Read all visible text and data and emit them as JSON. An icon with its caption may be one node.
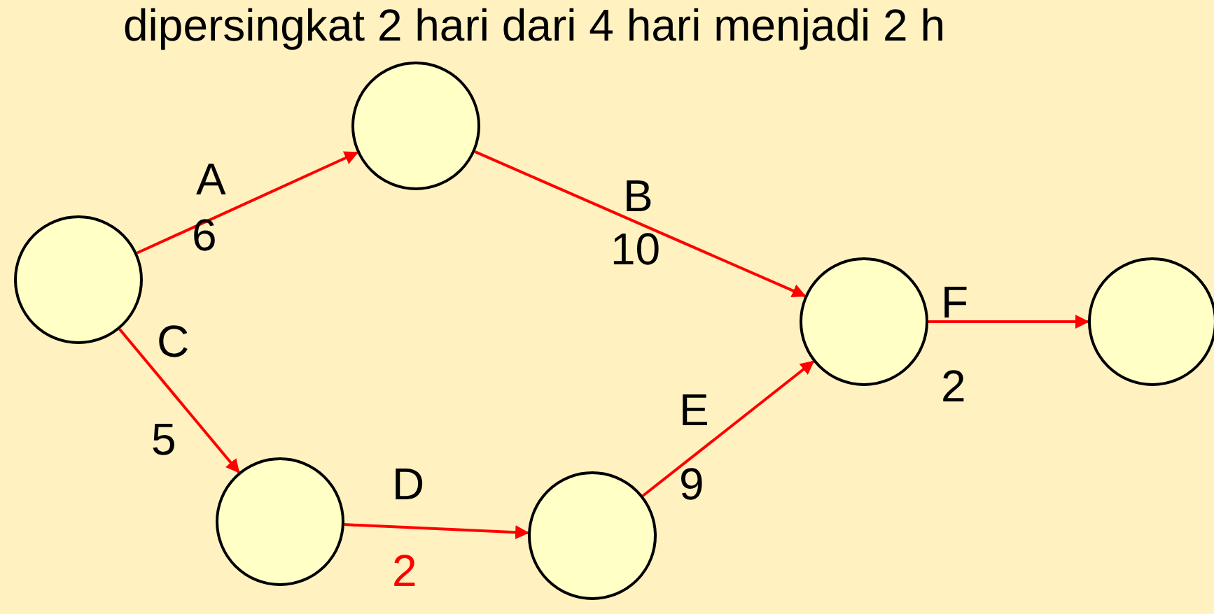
{
  "diagram": {
    "nodes": [
      {
        "text": [],
        "shape": "circle"
      },
      {
        "text": [],
        "shape": "circle"
      },
      {
        "text": [],
        "shape": "circle"
      },
      {
        "text": [],
        "shape": "circle"
      },
      {
        "text": [],
        "shape": "circle"
      },
      {
        "text": [],
        "shape": "circle"
      }
    ],
    "edges": [
      {
        "from": 0,
        "to": 1,
        "arrow": "to",
        "label": "A"
      },
      {
        "from": 1,
        "to": 4,
        "arrow": "to",
        "label": "B"
      },
      {
        "from": 0,
        "to": 2,
        "arrow": "to",
        "label": "C"
      },
      {
        "from": 2,
        "to": 3,
        "arrow": "to",
        "label": "D"
      },
      {
        "from": 3,
        "to": 4,
        "arrow": "to",
        "label": "E"
      },
      {
        "from": 4,
        "to": 5,
        "arrow": "to",
        "label": "F"
      }
    ],
    "labels": [
      "dipersingkat 2 hari dari 4 hari menjadi 2 h",
      "6",
      "10",
      "5",
      "2",
      "9",
      "2"
    ]
  }
}
